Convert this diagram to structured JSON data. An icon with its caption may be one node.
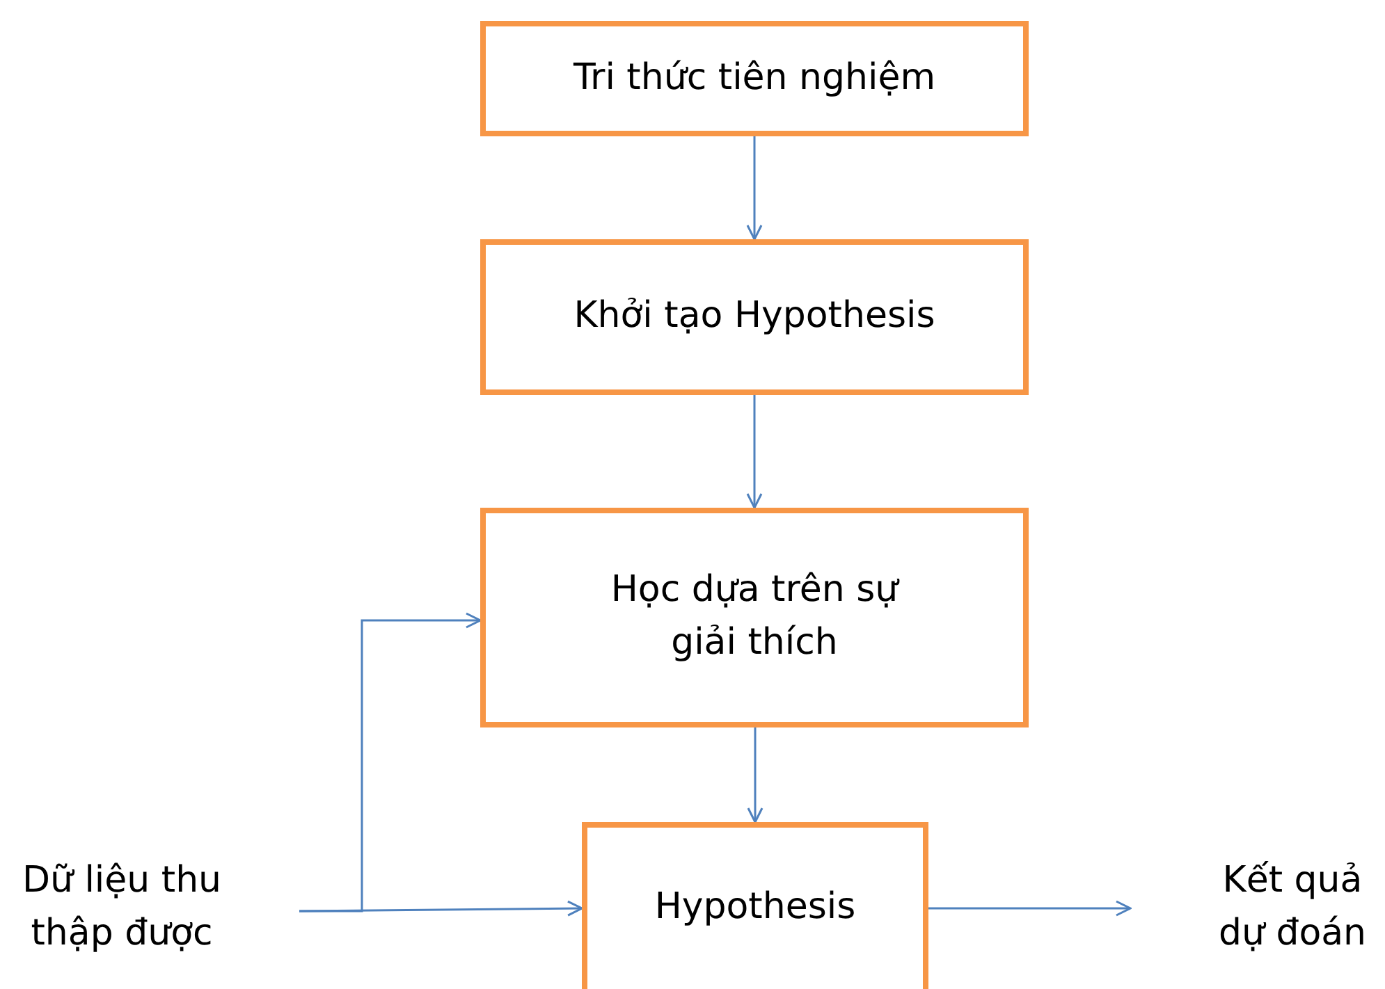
{
  "diagram": {
    "nodes": [
      {
        "text": [
          "Tri thức tiên nghiệm"
        ]
      },
      {
        "text": [
          "Khởi tạo Hypothesis"
        ]
      },
      {
        "text": [
          "Học dựa trên sự giải thích"
        ]
      },
      {
        "text": [
          "Hypothesis"
        ]
      },
      {
        "text": [
          "Dữ liệu thu thập được"
        ]
      },
      {
        "text": [
          "Kết quả dự đoán"
        ]
      }
    ],
    "edges": [
      {
        "from": 0,
        "to": 1,
        "arrow": "to"
      },
      {
        "from": 1,
        "to": 2,
        "arrow": "to"
      },
      {
        "from": 2,
        "to": 3,
        "arrow": "to"
      },
      {
        "from": 4,
        "to": 3,
        "arrow": "to"
      },
      {
        "from": 4,
        "to": 2,
        "arrow": "to"
      },
      {
        "from": 3,
        "to": 5,
        "arrow": "to"
      }
    ]
  }
}
